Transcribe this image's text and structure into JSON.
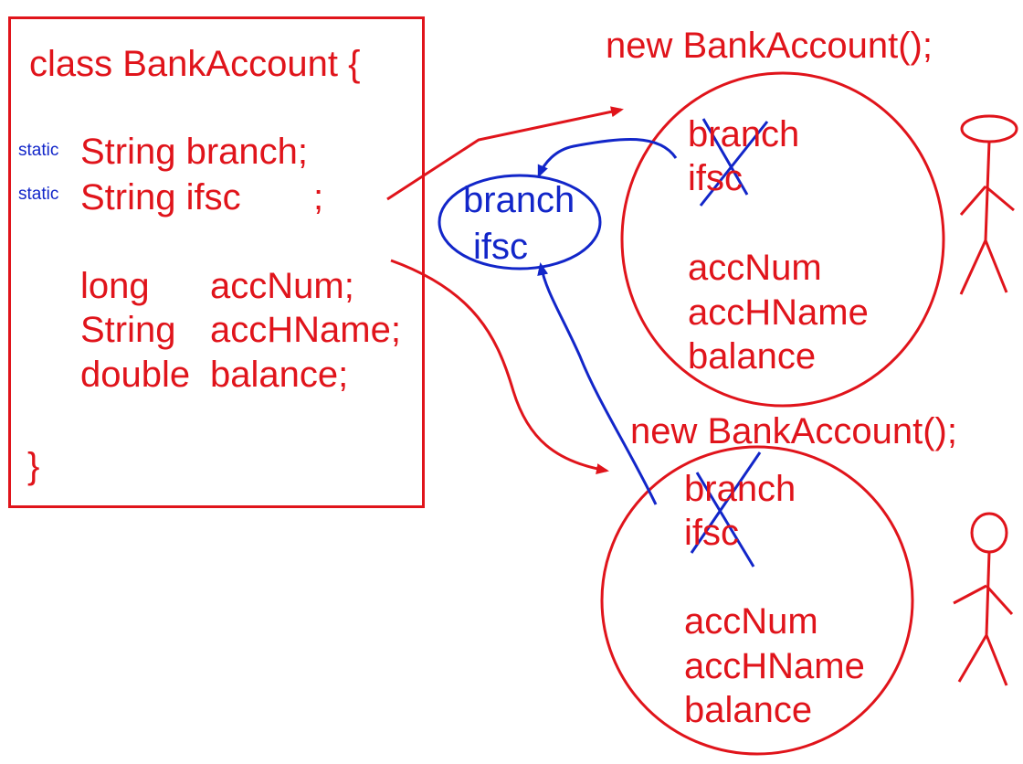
{
  "class_box": {
    "header": "class BankAccount {",
    "static_keyword": "static",
    "branch_decl": "String branch;",
    "ifsc_decl": "String ifsc",
    "ifsc_semicolon": ";",
    "long_type": "long",
    "accnum_decl": "accNum;",
    "string_type": "String",
    "acchname_decl": "accHName;",
    "double_type": "double",
    "balance_decl": "balance;",
    "closing_brace": "}"
  },
  "static_area": {
    "field1": "branch",
    "field2": "ifsc"
  },
  "objects": [
    {
      "title": "new BankAccount();",
      "crossed_fields": [
        "branch",
        "ifsc"
      ],
      "fields": [
        "accNum",
        "accHName",
        "balance"
      ]
    },
    {
      "title": "new BankAccount();",
      "crossed_fields": [
        "branch",
        "ifsc"
      ],
      "fields": [
        "accNum",
        "accHName",
        "balance"
      ]
    }
  ],
  "colors": {
    "red": "#e0141b",
    "blue": "#1226c9"
  }
}
